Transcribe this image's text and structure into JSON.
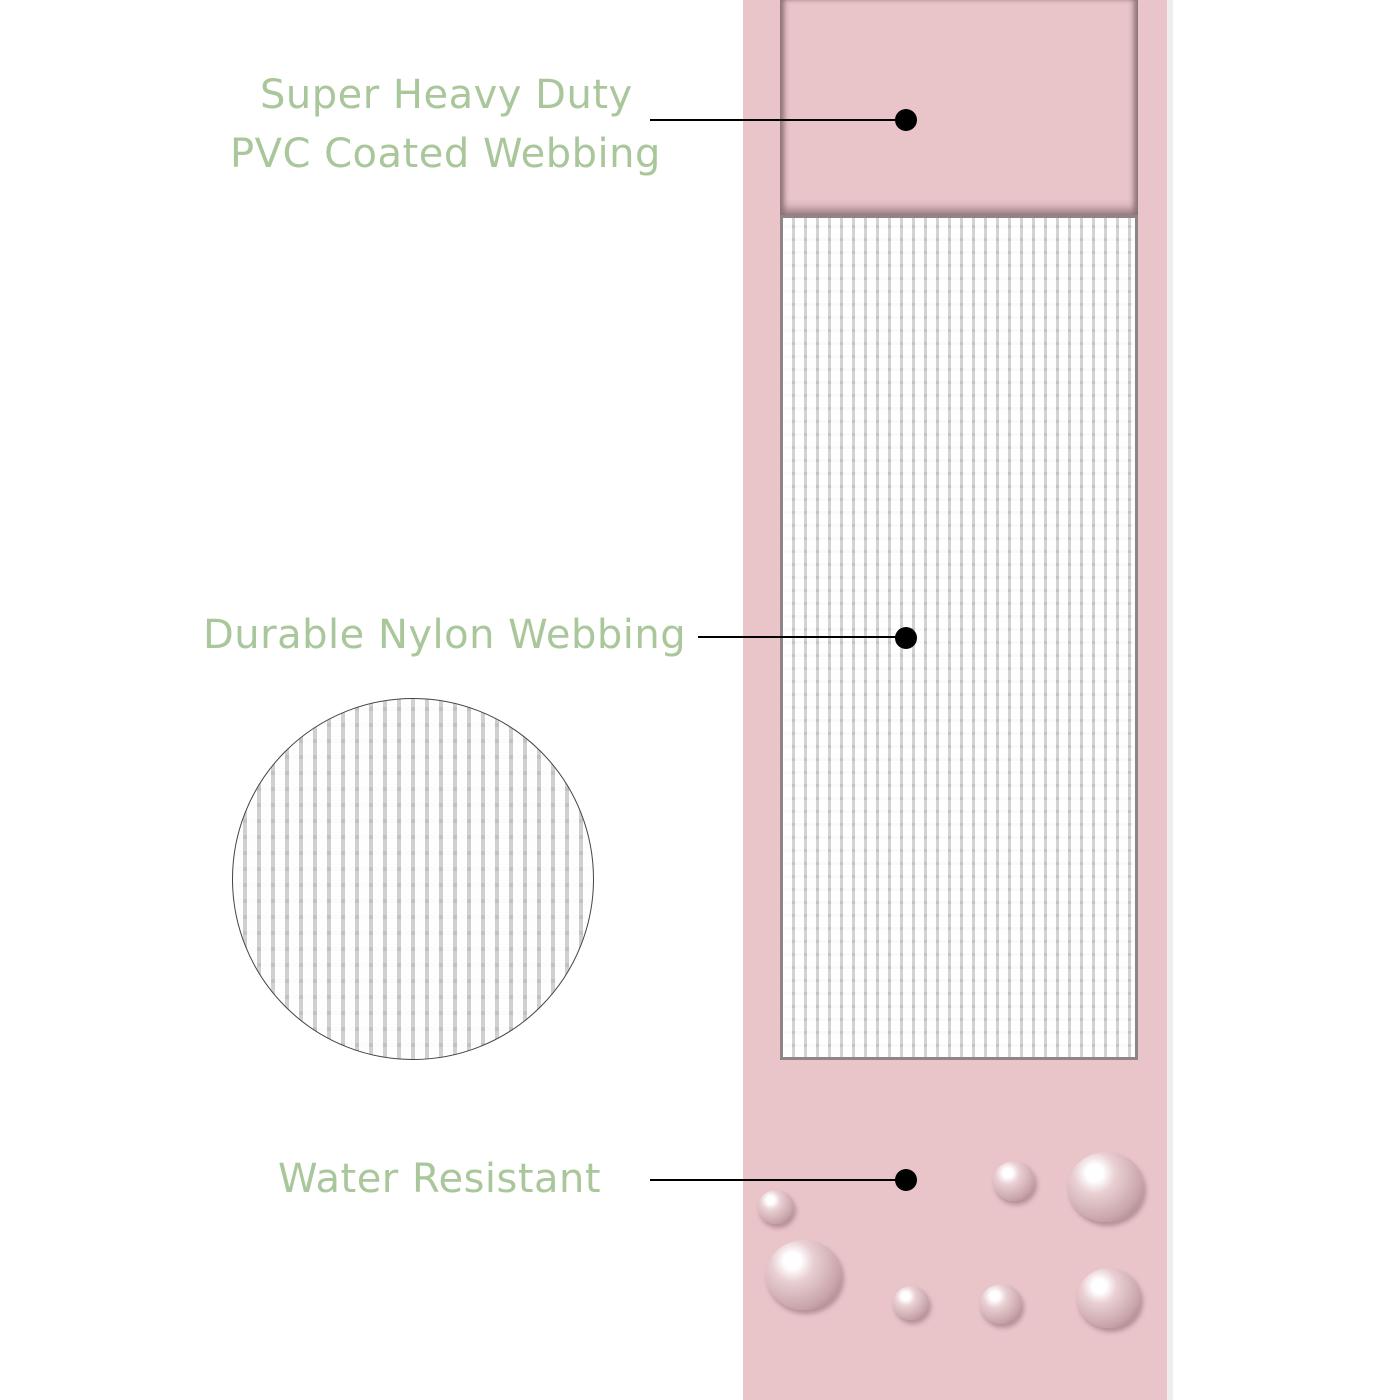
{
  "callouts": {
    "pvc_line1": "Super Heavy Duty",
    "pvc_line2": "PVC Coated Webbing",
    "nylon": "Durable Nylon Webbing",
    "water": "Water Resistant"
  },
  "colors": {
    "label_green": "#a9c79b",
    "strap_pink": "#e9c5ca"
  }
}
